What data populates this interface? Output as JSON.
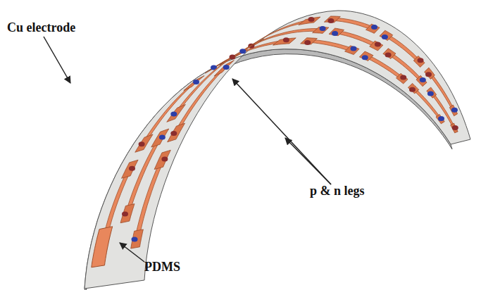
{
  "diagram": {
    "labels": [
      "Cu electrode",
      "p & n legs",
      "PDMS"
    ]
  }
}
